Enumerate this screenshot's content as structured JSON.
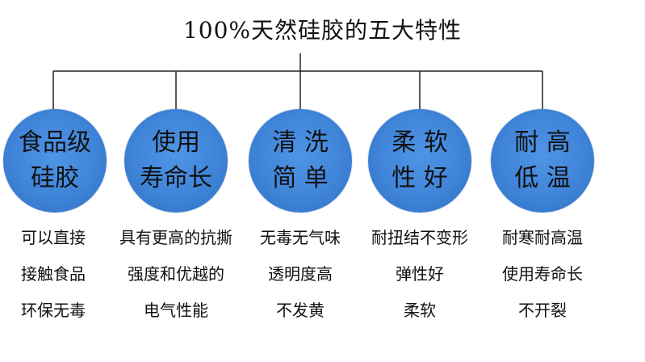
{
  "title": "100%天然硅胶的五大特性",
  "nodes": [
    {
      "circle_lines": [
        "食品级",
        "硅胶"
      ],
      "desc_lines": [
        "可以直接",
        "接触食品",
        "环保无毒"
      ]
    },
    {
      "circle_lines": [
        "使用",
        "寿命长"
      ],
      "desc_lines": [
        "具有更高的抗撕",
        "强度和优越的",
        "电气性能"
      ]
    },
    {
      "circle_lines": [
        "清 洗",
        "简 单"
      ],
      "desc_lines": [
        "无毒无气味",
        "透明度高",
        "不发黄"
      ]
    },
    {
      "circle_lines": [
        "柔 软",
        "性 好"
      ],
      "desc_lines": [
        "耐扭结不变形",
        "弹性好",
        "柔软"
      ]
    },
    {
      "circle_lines": [
        "耐 高",
        "低 温"
      ],
      "desc_lines": [
        "耐寒耐高温",
        "使用寿命长",
        "不开裂"
      ]
    }
  ],
  "colors": {
    "circle_fill": "#3f84d8",
    "connector": "#222222",
    "text": "#111111"
  }
}
